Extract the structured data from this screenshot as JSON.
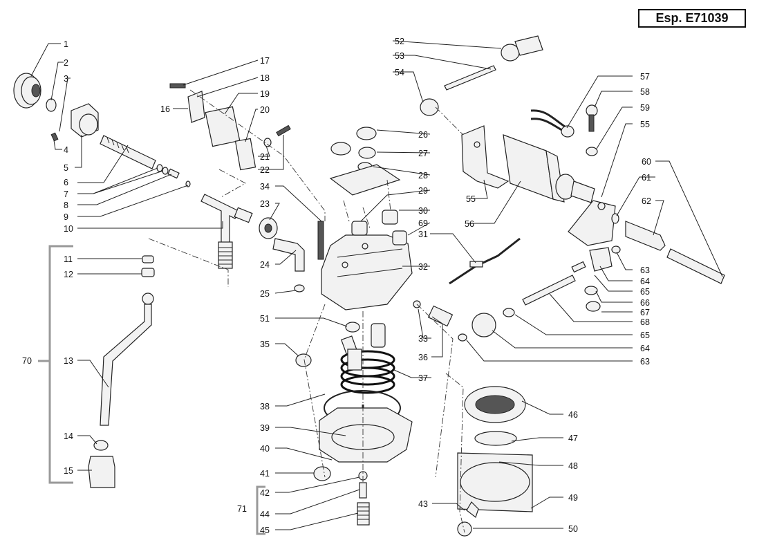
{
  "header": {
    "reference": "Esp. E71039"
  },
  "labels": [
    "1",
    "2",
    "3",
    "4",
    "5",
    "6",
    "7",
    "8",
    "9",
    "10",
    "11",
    "12",
    "13",
    "14",
    "15",
    "16",
    "17",
    "18",
    "19",
    "20",
    "21",
    "22",
    "23",
    "24",
    "25",
    "26",
    "27",
    "28",
    "29",
    "30",
    "69",
    "31",
    "32",
    "33",
    "34",
    "35",
    "36",
    "37",
    "38",
    "39",
    "40",
    "41",
    "42",
    "44",
    "45",
    "71",
    "70",
    "43",
    "46",
    "47",
    "48",
    "49",
    "50",
    "51",
    "52",
    "53",
    "54",
    "55",
    "55",
    "56",
    "57",
    "58",
    "59",
    "60",
    "61",
    "62",
    "63",
    "64",
    "65",
    "66",
    "67",
    "68",
    "65",
    "64",
    "63"
  ]
}
